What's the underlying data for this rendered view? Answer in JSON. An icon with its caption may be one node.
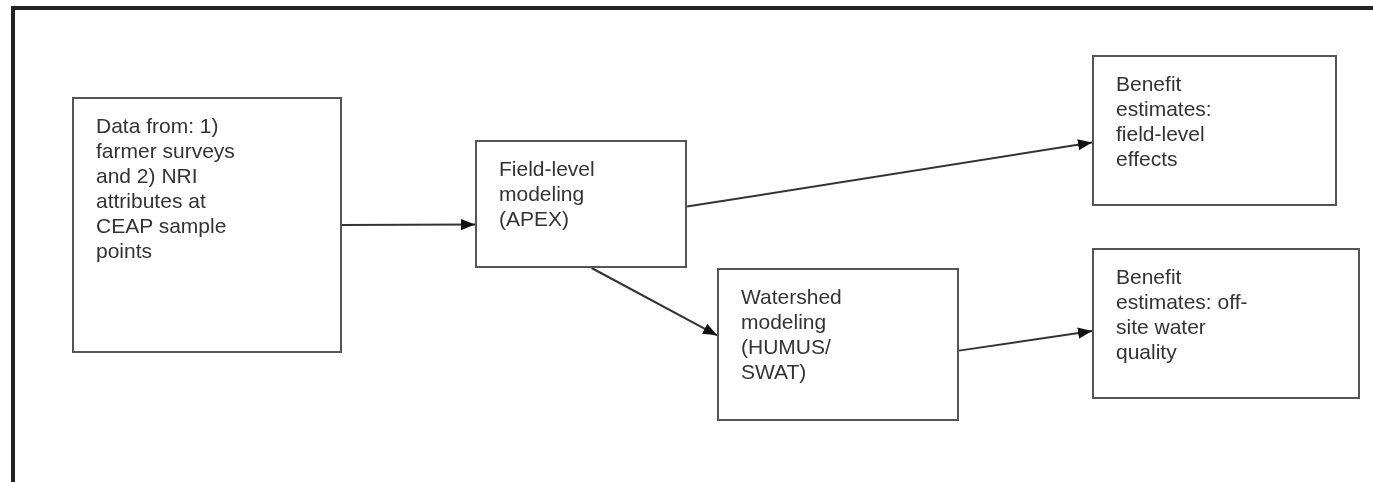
{
  "diagram": {
    "nodes": [
      {
        "text": [
          "Data from: 1) farmer surveys and 2) NRI attributes at CEAP sample points"
        ]
      },
      {
        "text": [
          "Field-level modeling (APEX)"
        ]
      },
      {
        "text": [
          "Watershed modeling (HUMUS/ SWAT)"
        ]
      },
      {
        "text": [
          "Benefit estimates: field-level effects"
        ]
      },
      {
        "text": [
          "Benefit estimates: off-site water quality"
        ]
      }
    ],
    "edges": [
      {
        "from": 0,
        "to": 1,
        "arrow": "to"
      },
      {
        "from": 1,
        "to": 3,
        "arrow": "to"
      },
      {
        "from": 1,
        "to": 2,
        "arrow": "to"
      },
      {
        "from": 2,
        "to": 4,
        "arrow": "to"
      }
    ]
  }
}
